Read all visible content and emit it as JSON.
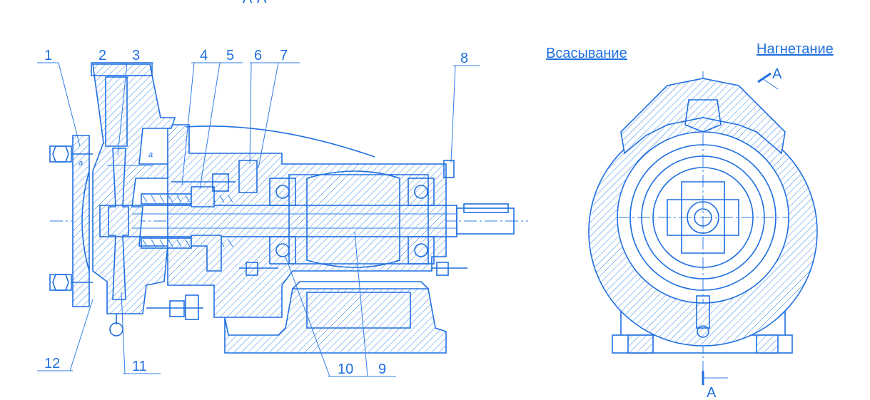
{
  "section_title": "А-А",
  "labels": {
    "1": "1",
    "2": "2",
    "3": "3",
    "4": "4",
    "5": "5",
    "6": "6",
    "7": "7",
    "8": "8",
    "9": "9",
    "10": "10",
    "11": "11",
    "12": "12"
  },
  "marks": {
    "a_left": "а",
    "a_right": "а"
  },
  "flow": {
    "suction": "Всасывание",
    "discharge": "Нагнетание"
  },
  "section_marks": {
    "top": "А",
    "bottom": "А"
  },
  "colors": {
    "line": "#1f6fe0",
    "background": "#ffffff"
  }
}
